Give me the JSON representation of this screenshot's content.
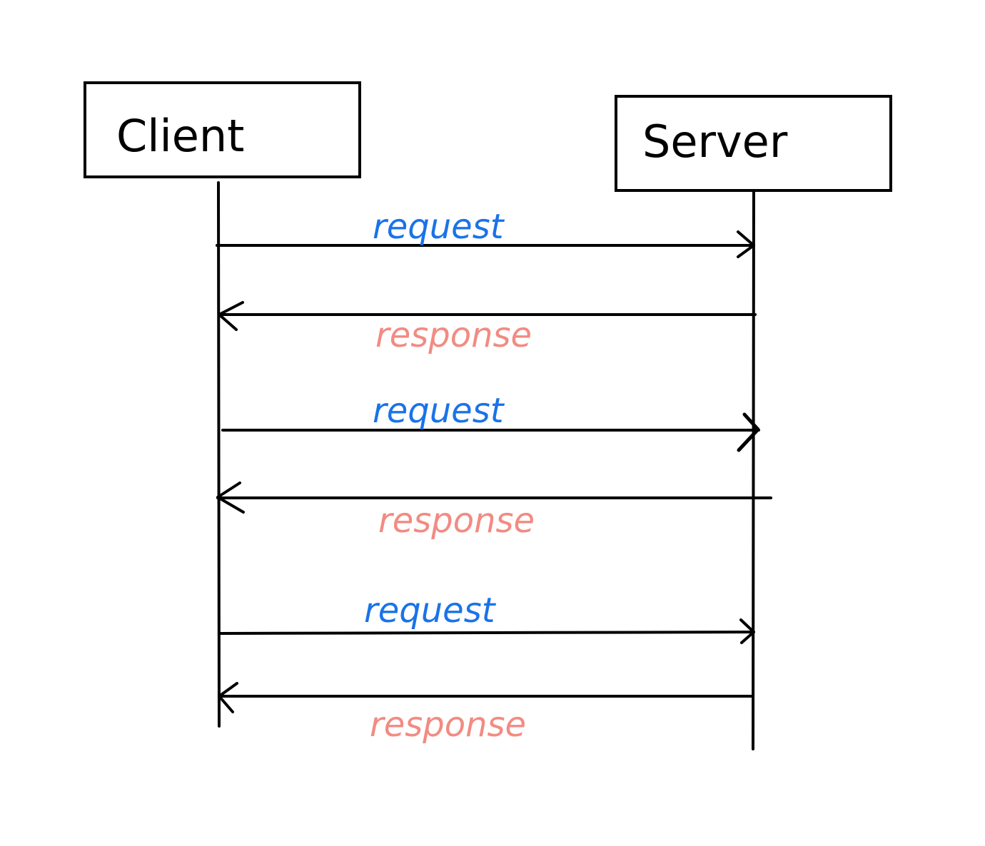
{
  "participants": {
    "client": "Client",
    "server": "Server"
  },
  "messages": [
    {
      "label": "request",
      "direction": "to-server"
    },
    {
      "label": "response",
      "direction": "to-client"
    },
    {
      "label": "request",
      "direction": "to-server"
    },
    {
      "label": "response",
      "direction": "to-client"
    },
    {
      "label": "request",
      "direction": "to-server"
    },
    {
      "label": "response",
      "direction": "to-client"
    }
  ],
  "colors": {
    "line": "#000000",
    "request": "#1a73e8",
    "response": "#f28b82"
  }
}
